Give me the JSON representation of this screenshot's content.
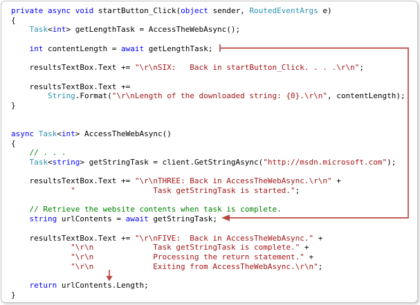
{
  "figure": {
    "title": "C# async await control-flow code figure"
  },
  "colors": {
    "keyword": "#0000ff",
    "type": "#2b91af",
    "string": "#a31515",
    "comment": "#008000",
    "plain": "#000000",
    "arrow": "#b8473d",
    "border": "#c3c3c3",
    "background": "#ffffff"
  },
  "legend": {
    "k": "keyword",
    "t": "type-name",
    "s": "string-literal",
    "c": "comment",
    "p": "plain"
  },
  "code": {
    "lines": [
      [
        [
          "k",
          "private"
        ],
        [
          "p",
          " "
        ],
        [
          "k",
          "async"
        ],
        [
          "p",
          " "
        ],
        [
          "k",
          "void"
        ],
        [
          "p",
          " startButton_Click("
        ],
        [
          "k",
          "object"
        ],
        [
          "p",
          " sender, "
        ],
        [
          "t",
          "RoutedEventArgs"
        ],
        [
          "p",
          " e)"
        ]
      ],
      [
        [
          "p",
          "{"
        ]
      ],
      [
        [
          "p",
          "    "
        ],
        [
          "t",
          "Task"
        ],
        [
          "p",
          "<"
        ],
        [
          "k",
          "int"
        ],
        [
          "p",
          "> getLengthTask = AccessTheWebAsync();"
        ]
      ],
      [],
      [
        [
          "p",
          "    "
        ],
        [
          "k",
          "int"
        ],
        [
          "p",
          " contentLength = "
        ],
        [
          "k",
          "await"
        ],
        [
          "p",
          " getLengthTask;"
        ]
      ],
      [],
      [
        [
          "p",
          "    resultsTextBox.Text += "
        ],
        [
          "s",
          "\"\\r\\nSIX:   Back in startButton_Click. . . .\\r\\n\""
        ],
        [
          "p",
          ";"
        ]
      ],
      [],
      [
        [
          "p",
          "    resultsTextBox.Text +="
        ]
      ],
      [
        [
          "p",
          "        "
        ],
        [
          "t",
          "String"
        ],
        [
          "p",
          ".Format("
        ],
        [
          "s",
          "\"\\r\\nLength of the downloaded string: {0}.\\r\\n\""
        ],
        [
          "p",
          ", contentLength);"
        ]
      ],
      [
        [
          "p",
          "}"
        ]
      ],
      [],
      [],
      [
        [
          "k",
          "async"
        ],
        [
          "p",
          " "
        ],
        [
          "t",
          "Task"
        ],
        [
          "p",
          "<"
        ],
        [
          "k",
          "int"
        ],
        [
          "p",
          "> AccessTheWebAsync()"
        ]
      ],
      [
        [
          "p",
          "{"
        ]
      ],
      [
        [
          "p",
          "    "
        ],
        [
          "c",
          "// . . ."
        ]
      ],
      [
        [
          "p",
          "    "
        ],
        [
          "t",
          "Task"
        ],
        [
          "p",
          "<"
        ],
        [
          "k",
          "string"
        ],
        [
          "p",
          "> getStringTask = client.GetStringAsync("
        ],
        [
          "s",
          "\"http://msdn.microsoft.com\""
        ],
        [
          "p",
          ");"
        ]
      ],
      [],
      [
        [
          "p",
          "    resultsTextBox.Text += "
        ],
        [
          "s",
          "\"\\r\\nTHREE: Back in AccessTheWebAsync.\\r\\n\""
        ],
        [
          "p",
          " +"
        ]
      ],
      [
        [
          "p",
          "             "
        ],
        [
          "s",
          "\"                 Task getStringTask is started.\""
        ],
        [
          "p",
          ";"
        ]
      ],
      [],
      [
        [
          "p",
          "    "
        ],
        [
          "c",
          "// Retrieve the website contents when task is complete."
        ]
      ],
      [
        [
          "p",
          "    "
        ],
        [
          "k",
          "string"
        ],
        [
          "p",
          " urlContents = "
        ],
        [
          "k",
          "await"
        ],
        [
          "p",
          " getStringTask;"
        ]
      ],
      [],
      [
        [
          "p",
          "    resultsTextBox.Text += "
        ],
        [
          "s",
          "\"\\r\\nFIVE:  Back in AccessTheWebAsync.\""
        ],
        [
          "p",
          " +"
        ]
      ],
      [
        [
          "p",
          "             "
        ],
        [
          "s",
          "\"\\r\\n             Task getStringTask is complete.\""
        ],
        [
          "p",
          " +"
        ]
      ],
      [
        [
          "p",
          "             "
        ],
        [
          "s",
          "\"\\r\\n             Processing the return statement.\""
        ],
        [
          "p",
          " +"
        ]
      ],
      [
        [
          "p",
          "             "
        ],
        [
          "s",
          "\"\\r\\n             Exiting from AccessTheWebAsync.\\r\\n\""
        ],
        [
          "p",
          ";"
        ]
      ],
      [],
      [
        [
          "p",
          "    "
        ],
        [
          "k",
          "return"
        ],
        [
          "p",
          " urlContents.Length;"
        ]
      ],
      [
        [
          "p",
          "}"
        ]
      ]
    ]
  }
}
